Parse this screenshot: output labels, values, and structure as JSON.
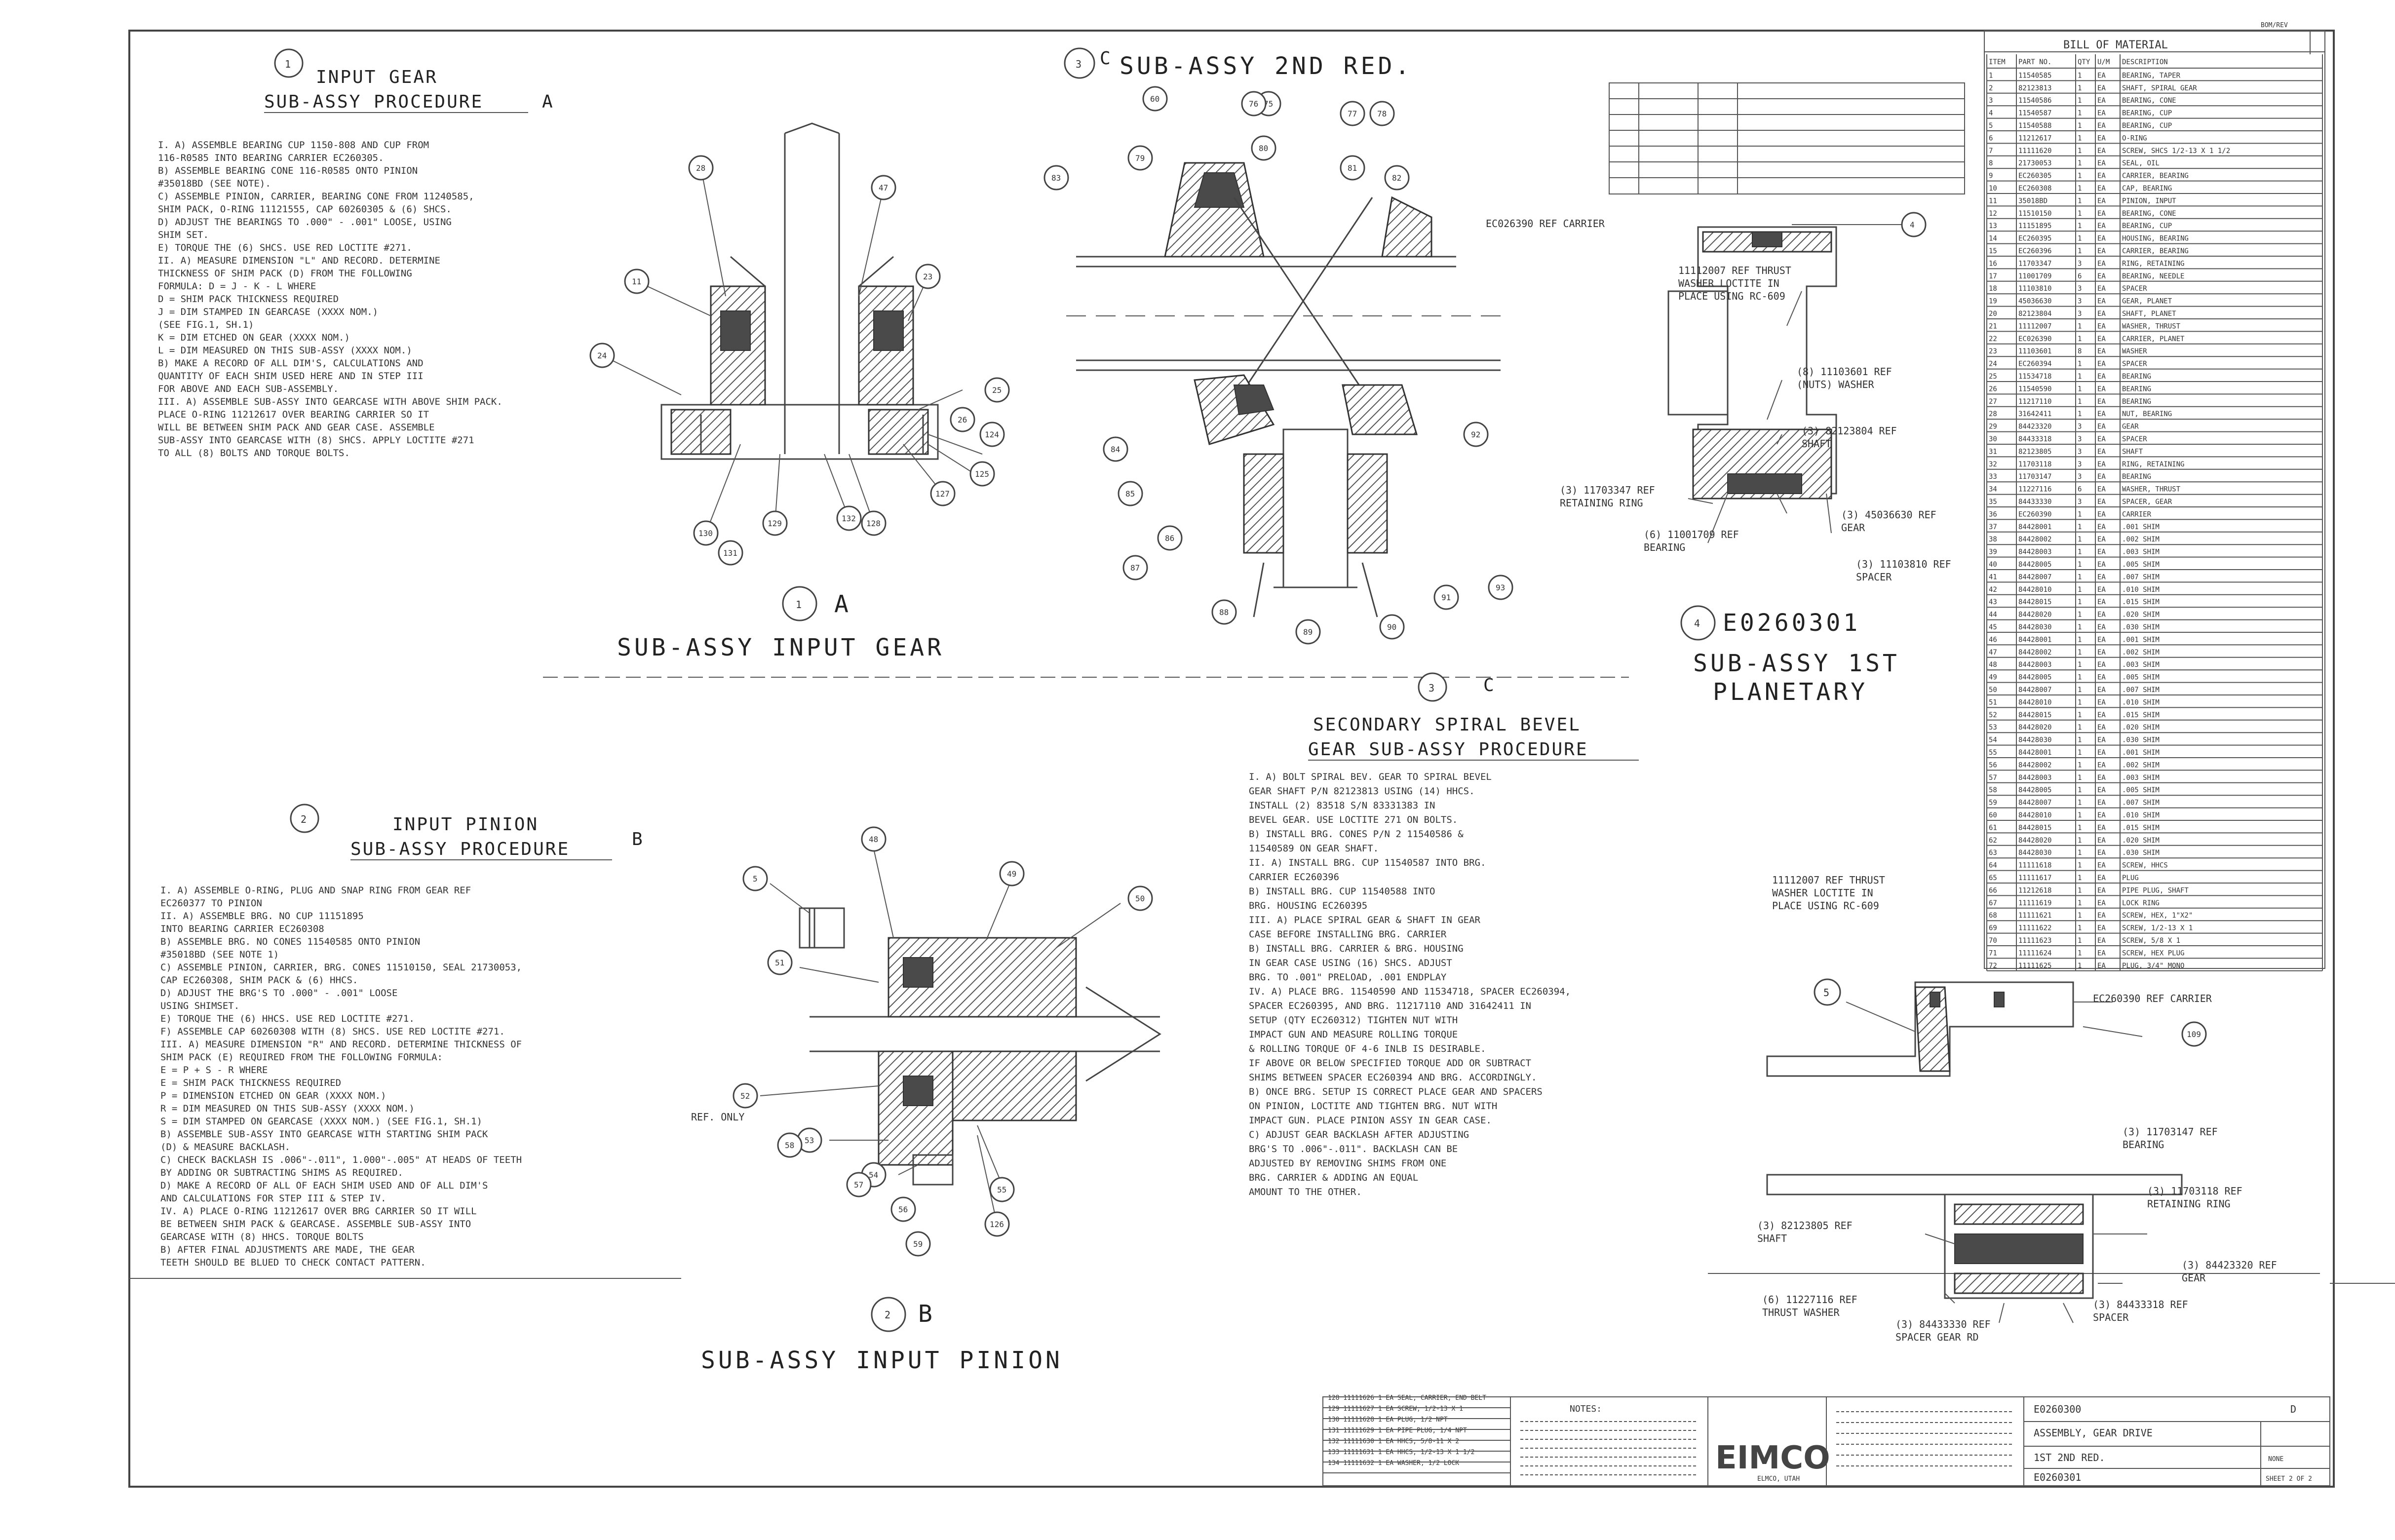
{
  "sheet": {
    "border_label": "BOM/REV",
    "logo": "EIMCO"
  },
  "views": {
    "input_gear_procedure": {
      "marker": "1",
      "title_line1": "INPUT GEAR",
      "title_line2": "SUB-ASSY PROCEDURE",
      "suffix": "A",
      "notes": [
        "I. A) ASSEMBLE BEARING CUP 1150-808 AND CUP FROM",
        "      116-R0585 INTO BEARING CARRIER EC260305.",
        "   B) ASSEMBLE BEARING CONE 116-R0585 ONTO PINION",
        "      #35018BD (SEE NOTE).",
        "   C) ASSEMBLE PINION, CARRIER, BEARING CONE FROM 11240585,",
        "      SHIM PACK, O-RING 11121555, CAP 60260305 & (6) SHCS.",
        "   D) ADJUST THE BEARINGS TO .000\" - .001\" LOOSE, USING",
        "      SHIM SET.",
        "   E) TORQUE THE (6) SHCS. USE RED LOCTITE #271.",
        "II. A) MEASURE DIMENSION \"L\" AND RECORD. DETERMINE",
        "      THICKNESS OF SHIM PACK (D) FROM THE FOLLOWING",
        "      FORMULA: D = J - K - L  WHERE",
        "         D = SHIM PACK THICKNESS REQUIRED",
        "         J = DIM STAMPED IN GEARCASE (XXXX NOM.)",
        "             (SEE FIG.1, SH.1)",
        "         K = DIM ETCHED ON GEAR (XXXX NOM.)",
        "         L = DIM MEASURED ON THIS SUB-ASSY (XXXX NOM.)",
        "   B) MAKE A RECORD OF ALL DIM'S, CALCULATIONS AND",
        "      QUANTITY OF EACH SHIM USED HERE AND IN STEP III",
        "      FOR ABOVE AND EACH SUB-ASSEMBLY.",
        "III. A) ASSEMBLE SUB-ASSY INTO GEARCASE WITH ABOVE SHIM PACK.",
        "      PLACE O-RING 11212617 OVER BEARING CARRIER SO IT",
        "      WILL BE BETWEEN SHIM PACK AND GEAR CASE. ASSEMBLE",
        "      SUB-ASSY INTO GEARCASE WITH (8) SHCS. APPLY LOCTITE #271",
        "      TO ALL (8) BOLTS AND TORQUE BOLTS."
      ]
    },
    "sub_assy_input_gear": {
      "marker": "1",
      "suffix": "A",
      "caption": "SUB-ASSY INPUT GEAR",
      "bubbles": [
        "28",
        "47",
        "11",
        "23",
        "24",
        "25",
        "26",
        "124",
        "125",
        "127",
        "128",
        "129",
        "130",
        "131",
        "132"
      ]
    },
    "sub_assy_2nd_red": {
      "marker": "3",
      "suffix": "C",
      "caption": "SUB-ASSY 2ND RED.",
      "bubbles": [
        "60",
        "75",
        "76",
        "77",
        "78",
        "79",
        "80",
        "81",
        "82",
        "83",
        "84",
        "85",
        "86",
        "87",
        "88",
        "89",
        "90",
        "91",
        "92",
        "93"
      ]
    },
    "sub_assy_1st_planetary": {
      "marker": "4",
      "number": "E0260301",
      "caption_line1": "SUB-ASSY 1ST",
      "caption_line2": "PLANETARY",
      "refs": [
        "EC026390 REF CARRIER",
        "11112007 REF THRUST WASHER LOCTITE IN PLACE USING RC-609",
        "(8) 11103601 REF (NUTS) WASHER",
        "(3) 82123804 REF SHAFT",
        "(3) 11703347 REF RETAINING RING",
        "(6) 11001709 REF BEARING",
        "(3) 11103810 REF SPACER",
        "(3) 45036630 REF GEAR"
      ]
    },
    "input_pinion_procedure": {
      "marker": "2",
      "title_line1": "INPUT PINION",
      "title_line2": "SUB-ASSY PROCEDURE",
      "suffix": "B",
      "notes": [
        "I. A) ASSEMBLE O-RING, PLUG AND SNAP RING FROM GEAR REF",
        "      EC260377 TO PINION",
        "II. A) ASSEMBLE BRG. NO CUP 11151895",
        "      INTO BEARING CARRIER EC260308",
        "   B) ASSEMBLE BRG. NO CONES 11540585 ONTO PINION",
        "      #35018BD (SEE NOTE 1)",
        "   C) ASSEMBLE PINION, CARRIER, BRG. CONES 11510150, SEAL 21730053,",
        "      CAP EC260308, SHIM PACK & (6) HHCS.",
        "   D) ADJUST THE BRG'S TO .000\" - .001\" LOOSE",
        "      USING SHIMSET.",
        "   E) TORQUE THE (6) HHCS. USE RED LOCTITE #271.",
        "   F) ASSEMBLE CAP 60260308 WITH (8) SHCS. USE RED LOCTITE #271.",
        "III. A) MEASURE DIMENSION \"R\" AND RECORD. DETERMINE THICKNESS OF",
        "      SHIM PACK (E) REQUIRED FROM THE FOLLOWING FORMULA:",
        "         E = P + S - R   WHERE",
        "         E = SHIM PACK THICKNESS REQUIRED",
        "         P = DIMENSION ETCHED ON GEAR (XXXX NOM.)",
        "         R = DIM MEASURED ON THIS SUB-ASSY (XXXX NOM.)",
        "         S = DIM STAMPED ON GEARCASE (XXXX NOM.) (SEE FIG.1, SH.1)",
        "   B) ASSEMBLE SUB-ASSY INTO GEARCASE WITH STARTING SHIM PACK",
        "      (D) & MEASURE BACKLASH.",
        "   C) CHECK BACKLASH IS .006\"-.011\", 1.000\"-.005\" AT HEADS OF TEETH",
        "      BY ADDING OR SUBTRACTING SHIMS AS REQUIRED.",
        "   D) MAKE A RECORD OF ALL OF EACH SHIM USED AND OF ALL DIM'S",
        "      AND CALCULATIONS FOR STEP III & STEP IV.",
        "IV. A) PLACE O-RING 11212617 OVER BRG CARRIER SO IT WILL",
        "      BE BETWEEN SHIM PACK & GEARCASE. ASSEMBLE SUB-ASSY INTO",
        "      GEARCASE WITH (8) HHCS. TORQUE BOLTS",
        "   B) AFTER FINAL ADJUSTMENTS ARE MADE, THE GEAR",
        "      TEETH SHOULD BE BLUED TO CHECK CONTACT PATTERN."
      ]
    },
    "sub_assy_input_pinion": {
      "marker": "2",
      "suffix": "B",
      "caption": "SUB-ASSY INPUT PINION",
      "ref_label": "REF. ONLY",
      "bubbles": [
        "5",
        "48",
        "49",
        "50",
        "51",
        "52",
        "53",
        "54",
        "55",
        "56",
        "57",
        "58",
        "59",
        "126"
      ]
    },
    "secondary_spiral_procedure": {
      "marker": "3",
      "suffix": "C",
      "title_line1": "SECONDARY SPIRAL BEVEL",
      "title_line2": "GEAR SUB-ASSY PROCEDURE",
      "notes": [
        "I. A) BOLT SPIRAL BEV. GEAR TO SPIRAL BEVEL",
        "      GEAR SHAFT P/N 82123813 USING (14) HHCS.",
        "      INSTALL (2) 83518 S/N 83331383 IN",
        "      BEVEL GEAR. USE LOCTITE 271 ON BOLTS.",
        "   B) INSTALL BRG. CONES P/N 2 11540586 &",
        "      11540589 ON GEAR SHAFT.",
        "II. A) INSTALL BRG. CUP 11540587 INTO BRG.",
        "      CARRIER EC260396",
        "   B) INSTALL BRG. CUP 11540588 INTO",
        "      BRG. HOUSING EC260395",
        "III. A) PLACE SPIRAL GEAR & SHAFT IN GEAR",
        "      CASE BEFORE INSTALLING BRG. CARRIER",
        "   B) INSTALL BRG. CARRIER & BRG. HOUSING",
        "      IN GEAR CASE USING (16) SHCS. ADJUST",
        "      BRG. TO .001\" PRELOAD, .001 ENDPLAY",
        "IV. A) PLACE BRG. 11540590 AND 11534718, SPACER EC260394,",
        "      SPACER EC260395, AND BRG. 11217110 AND 31642411 IN",
        "      SETUP (QTY EC260312) TIGHTEN NUT WITH",
        "      IMPACT GUN AND MEASURE ROLLING TORQUE",
        "      & ROLLING TORQUE OF 4-6 INLB IS DESIRABLE.",
        "      IF ABOVE OR BELOW SPECIFIED TORQUE ADD OR SUBTRACT",
        "      SHIMS BETWEEN SPACER EC260394 AND BRG. ACCORDINGLY.",
        "   B) ONCE BRG. SETUP IS CORRECT PLACE GEAR AND SPACERS",
        "      ON PINION, LOCTITE AND TIGHTEN BRG. NUT WITH",
        "      IMPACT GUN. PLACE PINION ASSY IN GEAR CASE.",
        "   C) ADJUST GEAR BACKLASH AFTER ADJUSTING",
        "      BRG'S TO .006\"-.011\". BACKLASH CAN BE",
        "      ADJUSTED BY REMOVING SHIMS FROM ONE",
        "      BRG. CARRIER & ADDING AN EQUAL",
        "      AMOUNT TO THE OTHER."
      ]
    },
    "sub_assy_lower_right": {
      "marker": "5",
      "refs_top": [
        "11112007 REF THRUST WASHER LOCTITE IN PLACE USING RC-609",
        "EC260390 REF CARRIER"
      ],
      "refs_bottom": [
        "(3) 11703147 REF BEARING",
        "(3) 11703118 REF RETAINING RING",
        "(3) 82123805 REF SHAFT",
        "(3) 84423320 REF GEAR",
        "(3) 84433318 REF SPACER",
        "(6) 11227116 REF THRUST WASHER",
        "(3) 84433330 REF SPACER GEAR RD"
      ],
      "bubble": "109"
    }
  },
  "bom": {
    "title": "BILL OF MATERIAL",
    "headers": [
      "ITEM",
      "PART NO.",
      "QTY",
      "U/M",
      "DESCRIPTION"
    ],
    "rows": [
      [
        "1",
        "11540585",
        "1",
        "EA",
        "BEARING, TAPER"
      ],
      [
        "2",
        "82123813",
        "1",
        "EA",
        "SHAFT, SPIRAL GEAR"
      ],
      [
        "3",
        "11540586",
        "1",
        "EA",
        "BEARING, CONE"
      ],
      [
        "4",
        "11540587",
        "1",
        "EA",
        "BEARING, CUP"
      ],
      [
        "5",
        "11540588",
        "1",
        "EA",
        "BEARING, CUP"
      ],
      [
        "6",
        "11212617",
        "1",
        "EA",
        "O-RING"
      ],
      [
        "7",
        "11111620",
        "1",
        "EA",
        "SCREW, SHCS 1/2-13 X 1 1/2"
      ],
      [
        "8",
        "21730053",
        "1",
        "EA",
        "SEAL, OIL"
      ],
      [
        "9",
        "EC260305",
        "1",
        "EA",
        "CARRIER, BEARING"
      ],
      [
        "10",
        "EC260308",
        "1",
        "EA",
        "CAP, BEARING"
      ],
      [
        "11",
        "35018BD",
        "1",
        "EA",
        "PINION, INPUT"
      ],
      [
        "12",
        "11510150",
        "1",
        "EA",
        "BEARING, CONE"
      ],
      [
        "13",
        "11151895",
        "1",
        "EA",
        "BEARING, CUP"
      ],
      [
        "14",
        "EC260395",
        "1",
        "EA",
        "HOUSING, BEARING"
      ],
      [
        "15",
        "EC260396",
        "1",
        "EA",
        "CARRIER, BEARING"
      ],
      [
        "16",
        "11703347",
        "3",
        "EA",
        "RING, RETAINING"
      ],
      [
        "17",
        "11001709",
        "6",
        "EA",
        "BEARING, NEEDLE"
      ],
      [
        "18",
        "11103810",
        "3",
        "EA",
        "SPACER"
      ],
      [
        "19",
        "45036630",
        "3",
        "EA",
        "GEAR, PLANET"
      ],
      [
        "20",
        "82123804",
        "3",
        "EA",
        "SHAFT, PLANET"
      ],
      [
        "21",
        "11112007",
        "1",
        "EA",
        "WASHER, THRUST"
      ],
      [
        "22",
        "EC026390",
        "1",
        "EA",
        "CARRIER, PLANET"
      ],
      [
        "23",
        "11103601",
        "8",
        "EA",
        "WASHER"
      ],
      [
        "24",
        "EC260394",
        "1",
        "EA",
        "SPACER"
      ],
      [
        "25",
        "11534718",
        "1",
        "EA",
        "BEARING"
      ],
      [
        "26",
        "11540590",
        "1",
        "EA",
        "BEARING"
      ],
      [
        "27",
        "11217110",
        "1",
        "EA",
        "BEARING"
      ],
      [
        "28",
        "31642411",
        "1",
        "EA",
        "NUT, BEARING"
      ],
      [
        "29",
        "84423320",
        "3",
        "EA",
        "GEAR"
      ],
      [
        "30",
        "84433318",
        "3",
        "EA",
        "SPACER"
      ],
      [
        "31",
        "82123805",
        "3",
        "EA",
        "SHAFT"
      ],
      [
        "32",
        "11703118",
        "3",
        "EA",
        "RING, RETAINING"
      ],
      [
        "33",
        "11703147",
        "3",
        "EA",
        "BEARING"
      ],
      [
        "34",
        "11227116",
        "6",
        "EA",
        "WASHER, THRUST"
      ],
      [
        "35",
        "84433330",
        "3",
        "EA",
        "SPACER, GEAR"
      ],
      [
        "36",
        "EC260390",
        "1",
        "EA",
        "CARRIER"
      ],
      [
        "37",
        "84428001",
        "1",
        "EA",
        ".001 SHIM"
      ],
      [
        "38",
        "84428002",
        "1",
        "EA",
        ".002 SHIM"
      ],
      [
        "39",
        "84428003",
        "1",
        "EA",
        ".003 SHIM"
      ],
      [
        "40",
        "84428005",
        "1",
        "EA",
        ".005 SHIM"
      ],
      [
        "41",
        "84428007",
        "1",
        "EA",
        ".007 SHIM"
      ],
      [
        "42",
        "84428010",
        "1",
        "EA",
        ".010 SHIM"
      ],
      [
        "43",
        "84428015",
        "1",
        "EA",
        ".015 SHIM"
      ],
      [
        "44",
        "84428020",
        "1",
        "EA",
        ".020 SHIM"
      ],
      [
        "45",
        "84428030",
        "1",
        "EA",
        ".030 SHIM"
      ],
      [
        "46",
        "84428001",
        "1",
        "EA",
        ".001 SHIM"
      ],
      [
        "47",
        "84428002",
        "1",
        "EA",
        ".002 SHIM"
      ],
      [
        "48",
        "84428003",
        "1",
        "EA",
        ".003 SHIM"
      ],
      [
        "49",
        "84428005",
        "1",
        "EA",
        ".005 SHIM"
      ],
      [
        "50",
        "84428007",
        "1",
        "EA",
        ".007 SHIM"
      ],
      [
        "51",
        "84428010",
        "1",
        "EA",
        ".010 SHIM"
      ],
      [
        "52",
        "84428015",
        "1",
        "EA",
        ".015 SHIM"
      ],
      [
        "53",
        "84428020",
        "1",
        "EA",
        ".020 SHIM"
      ],
      [
        "54",
        "84428030",
        "1",
        "EA",
        ".030 SHIM"
      ],
      [
        "55",
        "84428001",
        "1",
        "EA",
        ".001 SHIM"
      ],
      [
        "56",
        "84428002",
        "1",
        "EA",
        ".002 SHIM"
      ],
      [
        "57",
        "84428003",
        "1",
        "EA",
        ".003 SHIM"
      ],
      [
        "58",
        "84428005",
        "1",
        "EA",
        ".005 SHIM"
      ],
      [
        "59",
        "84428007",
        "1",
        "EA",
        ".007 SHIM"
      ],
      [
        "60",
        "84428010",
        "1",
        "EA",
        ".010 SHIM"
      ],
      [
        "61",
        "84428015",
        "1",
        "EA",
        ".015 SHIM"
      ],
      [
        "62",
        "84428020",
        "1",
        "EA",
        ".020 SHIM"
      ],
      [
        "63",
        "84428030",
        "1",
        "EA",
        ".030 SHIM"
      ],
      [
        "64",
        "11111618",
        "1",
        "EA",
        "SCREW, HHCS"
      ],
      [
        "65",
        "11111617",
        "1",
        "EA",
        "PLUG"
      ],
      [
        "66",
        "11212618",
        "1",
        "EA",
        "PIPE PLUG, SHAFT"
      ],
      [
        "67",
        "11111619",
        "1",
        "EA",
        "LOCK RING"
      ],
      [
        "68",
        "11111621",
        "1",
        "EA",
        "SCREW, HEX, 1\"X2\""
      ],
      [
        "69",
        "11111622",
        "1",
        "EA",
        "SCREW, 1/2-13 X 1"
      ],
      [
        "70",
        "11111623",
        "1",
        "EA",
        "SCREW, 5/8 X 1"
      ],
      [
        "71",
        "11111624",
        "1",
        "EA",
        "SCREW, HEX PLUG"
      ],
      [
        "72",
        "11111625",
        "1",
        "EA",
        "PLUG, 3/4\" MONO"
      ]
    ],
    "side_rows": [
      [
        "128",
        "11111626",
        "1",
        "EA",
        "SEAL, CARRIER, END BELT"
      ],
      [
        "129",
        "11111627",
        "1",
        "EA",
        "SCREW, 1/2-13 X 1"
      ],
      [
        "130",
        "11111628",
        "1",
        "EA",
        "PLUG, 1/2 NPT"
      ],
      [
        "131",
        "11111629",
        "1",
        "EA",
        "PIPE PLUG, 1/4 NPT"
      ],
      [
        "132",
        "11111630",
        "1",
        "EA",
        "HHCS, 5/8-11 X 2"
      ],
      [
        "133",
        "11111631",
        "1",
        "EA",
        "HHCS, 1/2-13 X 1 1/2"
      ],
      [
        "134",
        "11111632",
        "1",
        "EA",
        "WASHER, 1/2 LOCK"
      ]
    ]
  },
  "title_block": {
    "notes_header": "NOTES:",
    "company": "EIMCO",
    "subtitle": "ELMCO, UTAH",
    "drawing_title_line1": "ASSEMBLY, GEAR DRIVE",
    "drawing_title_line2": "1ST 2ND RED.",
    "drawing_no": "E0260301",
    "sheet_no": "E0260300",
    "rev": "D",
    "scale_label": "NONE",
    "sheet_label": "SHEET 2 OF 2"
  }
}
